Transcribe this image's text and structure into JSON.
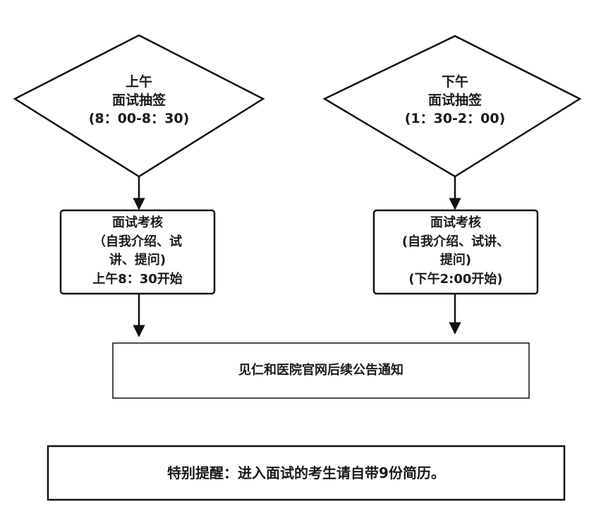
{
  "morning": {
    "decision": {
      "line1": "上午",
      "line2": "面试抽签",
      "line3": "(8：00-8：30)"
    },
    "process": {
      "line1": "面试考核",
      "line2": "（自我介绍、试",
      "line3": "讲、提问)",
      "line4": "上午8：30开始"
    }
  },
  "afternoon": {
    "decision": {
      "line1": "下午",
      "line2": "面试抽签",
      "line3": "(1：30-2：00)"
    },
    "process": {
      "line1": "面试考核",
      "line2": "(自我介绍、试讲、",
      "line3": "提问)",
      "line4": "(下午2:00开始)"
    }
  },
  "result": {
    "text": "见仁和医院官网后续公告通知"
  },
  "reminder": {
    "text": "特别提醒：进入面试的考生请自带9份简历。"
  }
}
